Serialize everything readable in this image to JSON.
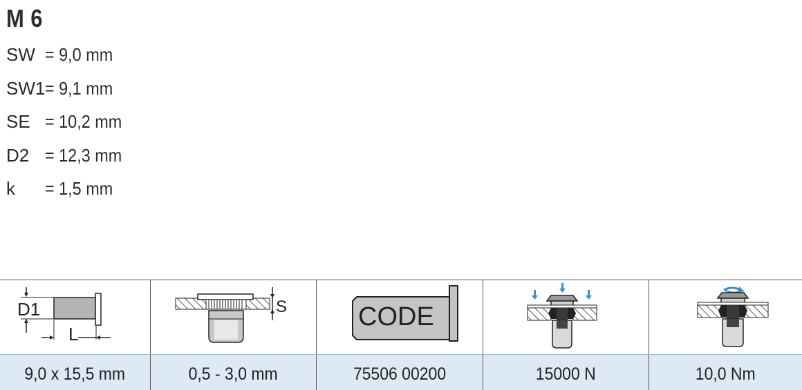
{
  "title": "M 6",
  "specs": [
    {
      "label": "SW",
      "value": "= 9,0 mm"
    },
    {
      "label": "SW1",
      "value": "= 9,1 mm"
    },
    {
      "label": "SE",
      "value": "= 10,2 mm"
    },
    {
      "label": "D2",
      "value": "= 12,3 mm"
    },
    {
      "label": "k",
      "value": "= 1,5 mm"
    }
  ],
  "icons": {
    "dimension": {
      "label_d": "D1",
      "label_l": "L"
    },
    "grip": {
      "label_s": "S"
    },
    "code": {
      "label": "CODE"
    },
    "force": {},
    "torque": {}
  },
  "values": [
    "9,0 x 15,5 mm",
    "0,5 - 3,0 mm",
    "75506 00200",
    "15000 N",
    "10,0 Nm"
  ],
  "colors": {
    "accent_blue": "#3a8fd0",
    "value_row_bg": "#dde9f5",
    "part_gray": "#b9b9b9"
  }
}
